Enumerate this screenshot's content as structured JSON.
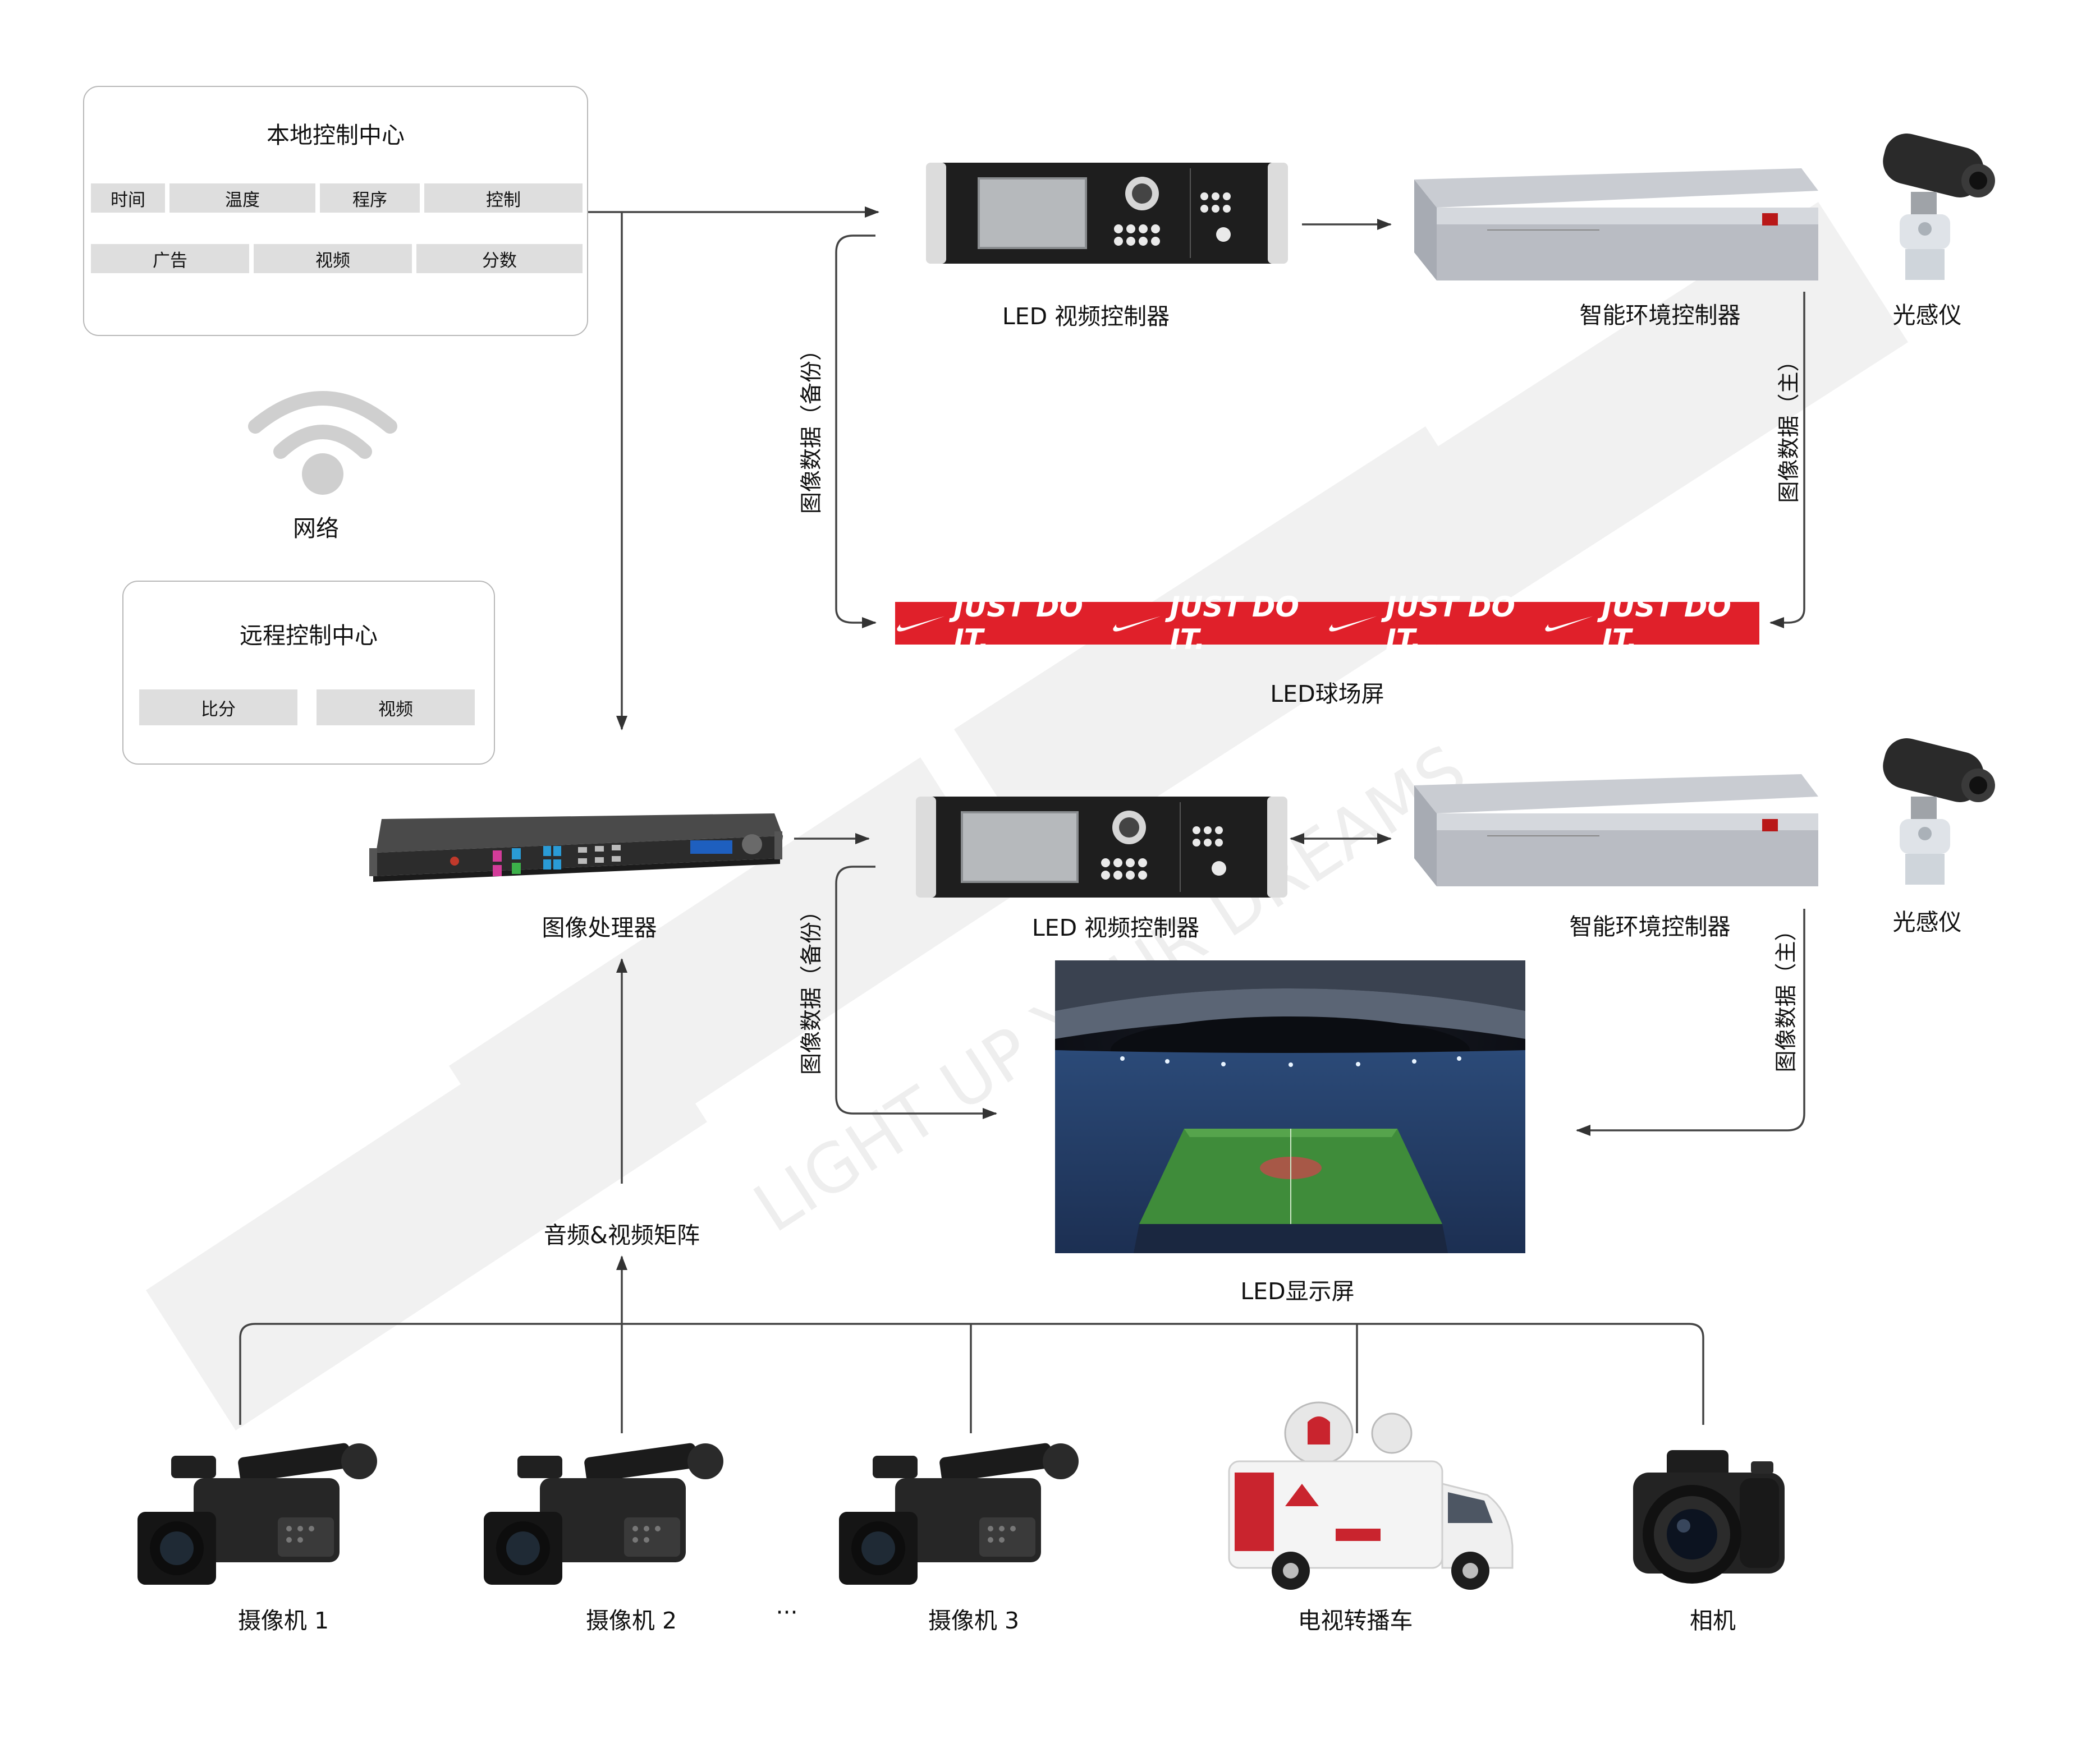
{
  "local_center": {
    "title": "本地控制中心",
    "items": [
      "时间",
      "温度",
      "程序",
      "控制",
      "广告",
      "视频",
      "分数"
    ]
  },
  "network": {
    "label": "网络"
  },
  "remote_center": {
    "title": "远程控制中心",
    "items": [
      "比分",
      "视频"
    ]
  },
  "top_row": {
    "video_controller": "LED 视频控制器",
    "env_controller": "智能环境控制器",
    "light_sensor": "光感仪",
    "backup_data": "图像数据（备份）",
    "main_data": "图像数据（主）"
  },
  "banner": {
    "slogan": "JUST DO IT.",
    "caption": "LED球场屏",
    "color": "#e0202a"
  },
  "middle_row": {
    "image_processor": "图像处理器",
    "video_controller": "LED 视频控制器",
    "env_controller": "智能环境控制器",
    "light_sensor": "光感仪",
    "backup_data": "图像数据（备份）",
    "main_data": "图像数据（主）",
    "display_caption": "LED显示屏"
  },
  "matrix": {
    "label": "音频&视频矩阵"
  },
  "sources": {
    "camera1": "摄像机 1",
    "camera2": "摄像机 2",
    "ellipsis": "···",
    "camera3": "摄像机 3",
    "tv_truck": "电视转播车",
    "camera": "相机"
  },
  "watermark": {
    "text": "LIGHT UP YOUR DREAMS"
  }
}
